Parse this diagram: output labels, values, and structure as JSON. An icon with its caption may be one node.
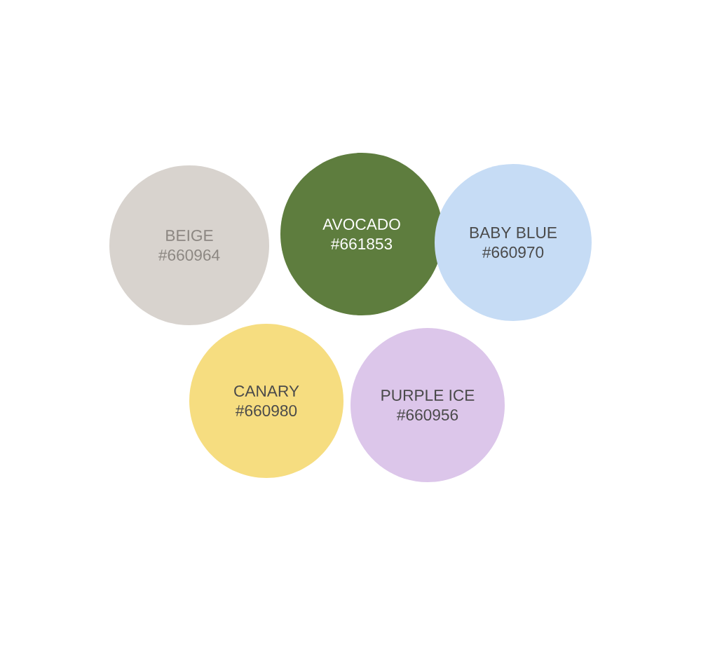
{
  "diagram": {
    "nodes": [
      {
        "text": [
          "BEIGE",
          "#660964"
        ]
      },
      {
        "text": [
          "AVOCADO",
          "#661853"
        ]
      },
      {
        "text": [
          "BABY BLUE",
          "#660970"
        ]
      },
      {
        "text": [
          "CANARY",
          "#660980"
        ]
      },
      {
        "text": [
          "PURPLE ICE",
          "#660956"
        ]
      }
    ]
  }
}
